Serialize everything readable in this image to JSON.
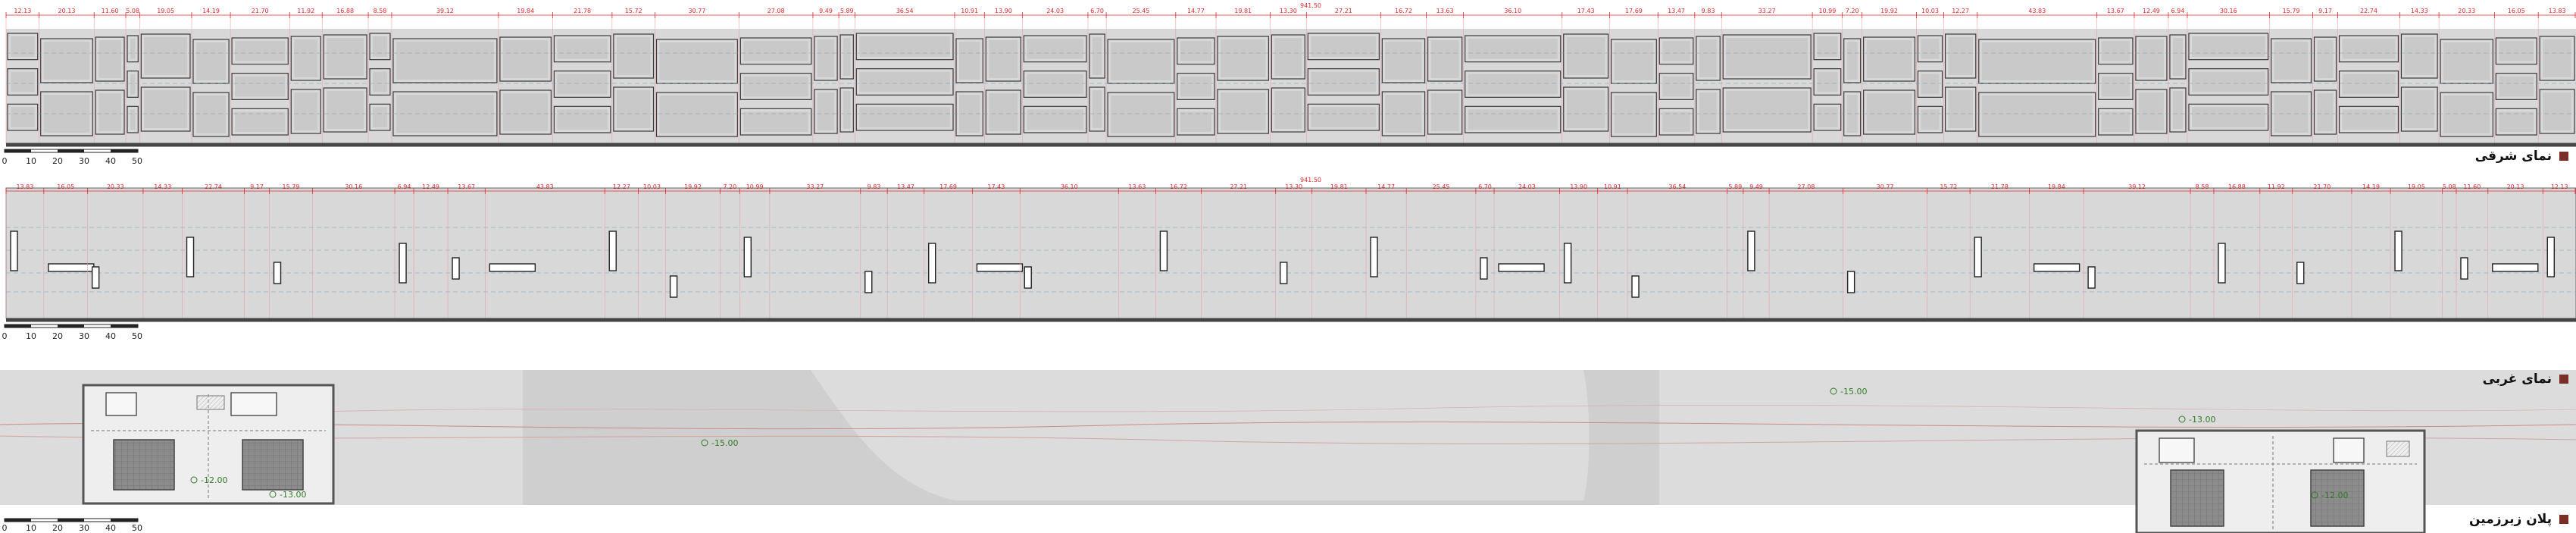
{
  "sheet": {
    "colors": {
      "dimension": "#e0282e",
      "ground": "#444444",
      "wall": "#d9d9d9",
      "level": "#2f7a24",
      "title_square": "#7a2e26"
    },
    "east": {
      "title": "نمای شرقی",
      "total": "941.50",
      "dims": [
        "12.13",
        "20.13",
        "11.60",
        "5.08",
        "19.05",
        "14.19",
        "21.70",
        "11.92",
        "16.88",
        "8.58",
        "39.12",
        "19.84",
        "21.78",
        "15.72",
        "30.77",
        "27.08",
        "9.49",
        "5.89",
        "36.54",
        "10.91",
        "13.90",
        "24.03",
        "6.70",
        "25.45",
        "14.77",
        "19.81",
        "13.30",
        "27.21",
        "16.72",
        "13.63",
        "36.10",
        "17.43",
        "17.69",
        "13.47",
        "9.83",
        "33.27",
        "10.99",
        "7.20",
        "19.92",
        "10.03",
        "12.27",
        "43.83",
        "13.67",
        "12.49",
        "6.94",
        "30.16",
        "15.79",
        "9.17",
        "22.74",
        "14.33",
        "20.33",
        "16.05",
        "13.83"
      ]
    },
    "west": {
      "title": "نمای غربی",
      "total": "941.50",
      "dims": [
        "13.83",
        "16.05",
        "20.33",
        "14.33",
        "22.74",
        "9.17",
        "15.79",
        "30.16",
        "6.94",
        "12.49",
        "13.67",
        "43.83",
        "12.27",
        "10.03",
        "19.92",
        "7.20",
        "10.99",
        "33.27",
        "9.83",
        "13.47",
        "17.69",
        "17.43",
        "36.10",
        "13.63",
        "16.72",
        "27.21",
        "13.30",
        "19.81",
        "14.77",
        "25.45",
        "6.70",
        "24.03",
        "13.90",
        "10.91",
        "36.54",
        "5.89",
        "9.49",
        "27.08",
        "30.77",
        "15.72",
        "21.78",
        "19.84",
        "39.12",
        "8.58",
        "16.88",
        "11.92",
        "21.70",
        "14.19",
        "19.05",
        "5.08",
        "11.60",
        "20.13",
        "12.13"
      ]
    },
    "plan": {
      "title": "پلان زیرزمین",
      "levels": [
        "-12.00",
        "-13.00",
        "-15.00",
        "-15.00",
        "-13.00",
        "-12.00"
      ]
    },
    "scale_labels": [
      "0",
      "10",
      "20",
      "30",
      "40",
      "50"
    ]
  }
}
